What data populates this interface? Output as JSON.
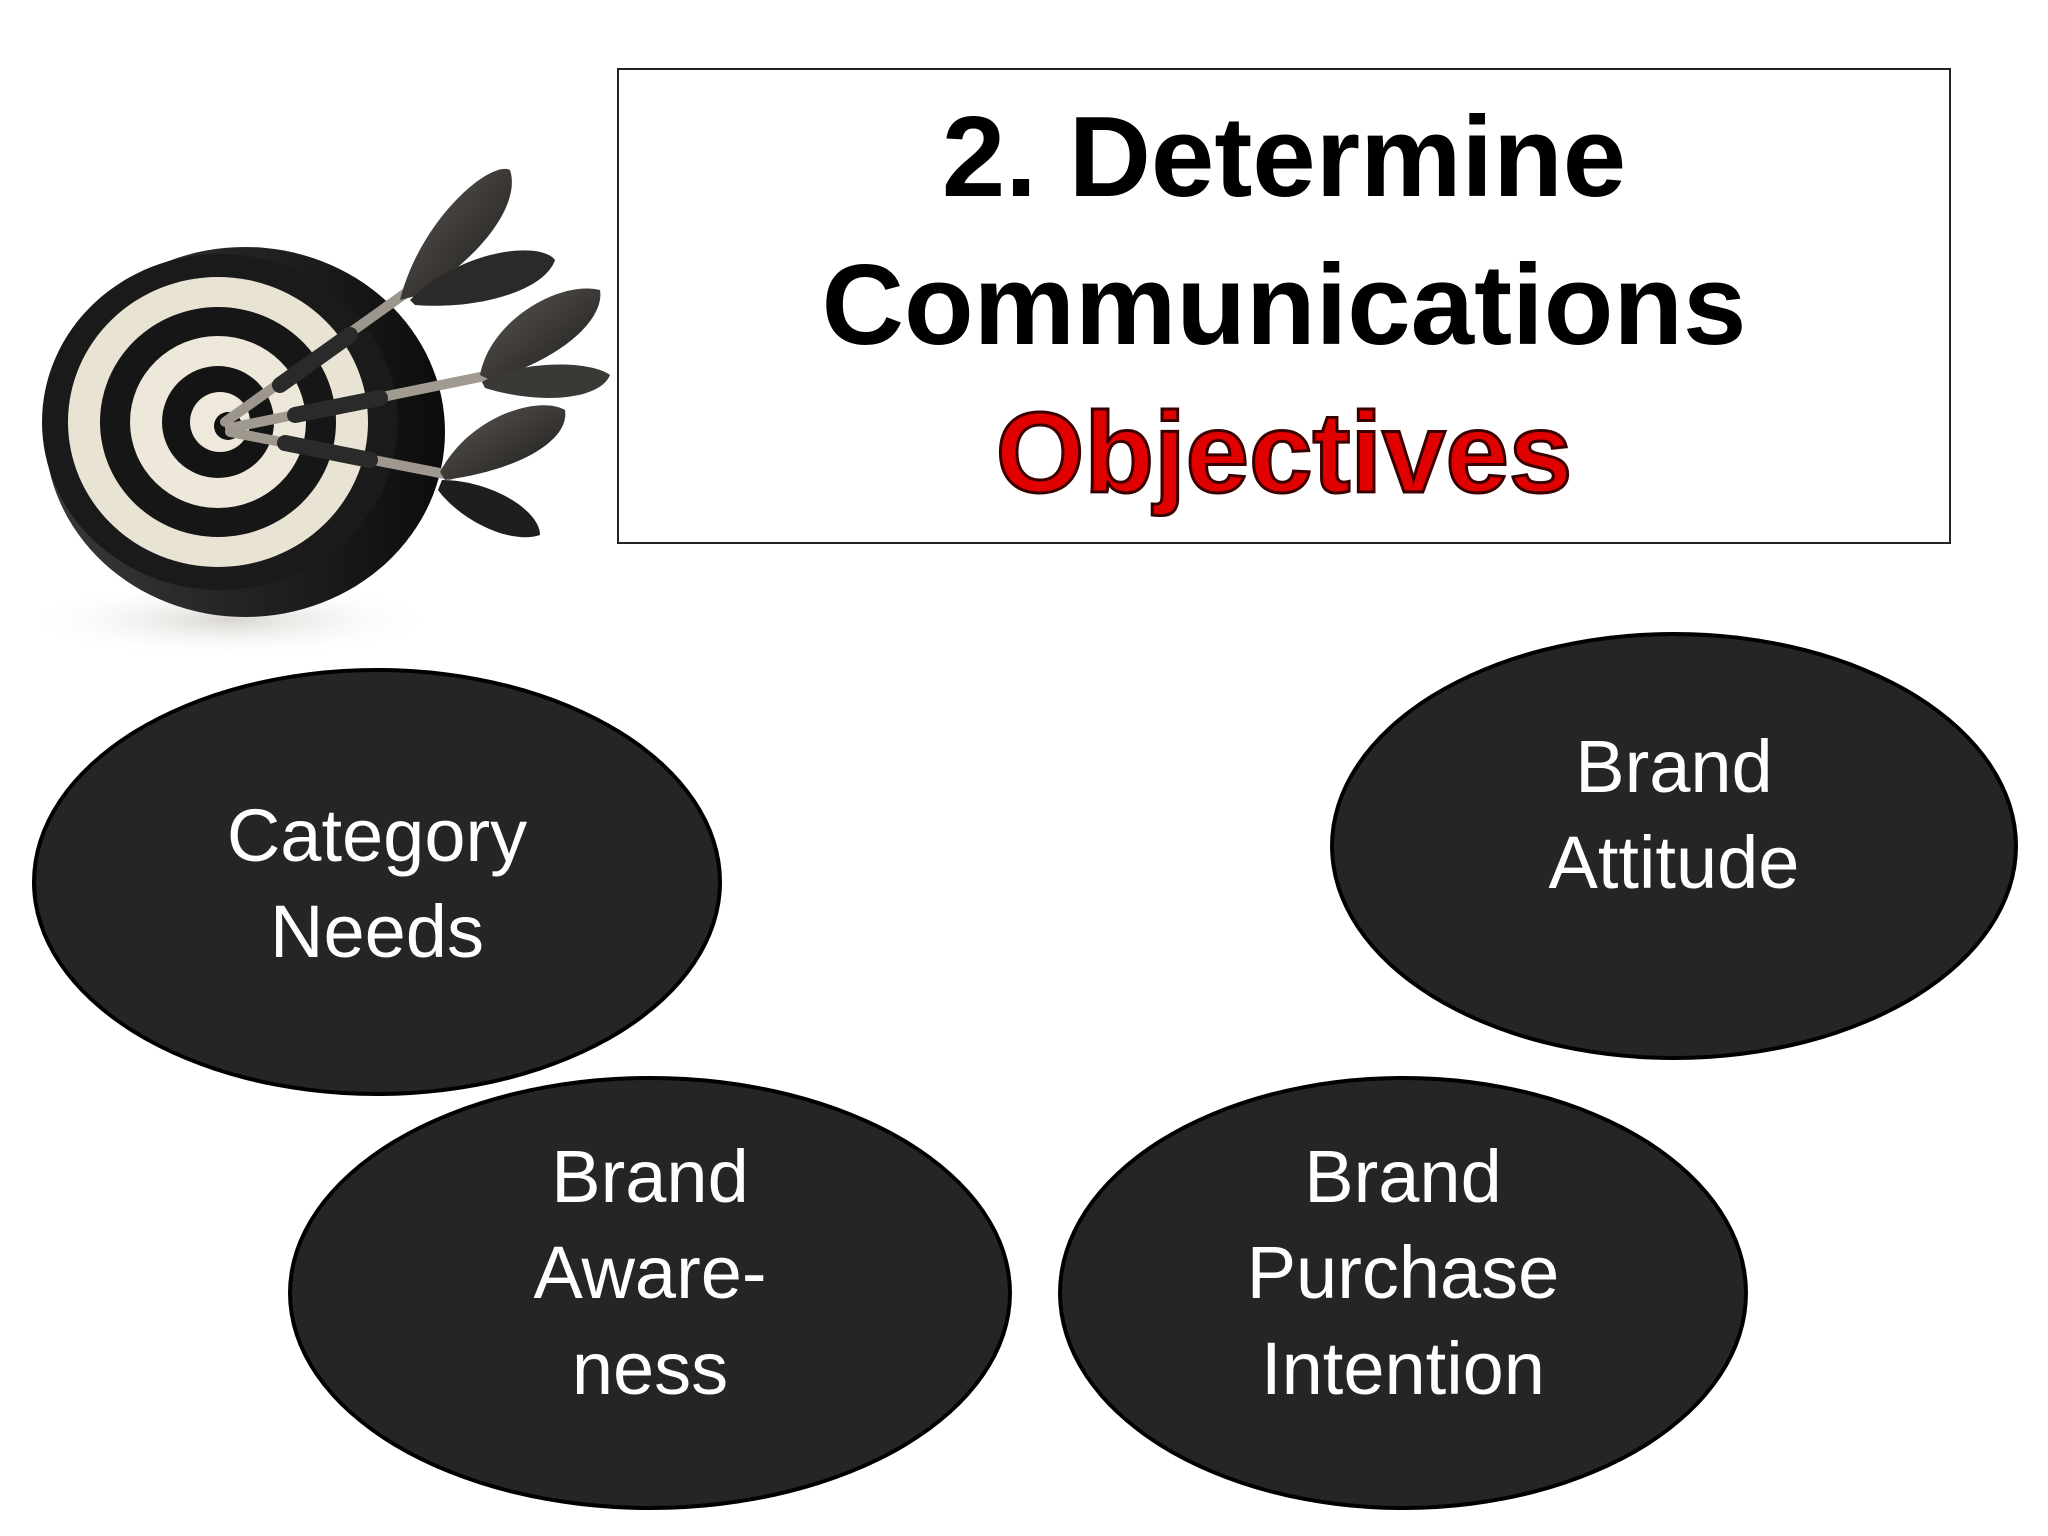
{
  "title": {
    "line1": "2. Determine",
    "line2": "Communications",
    "line3": "Objectives",
    "accent_color": "#e00000"
  },
  "illustration": {
    "icon": "dartboard-with-darts-icon"
  },
  "objectives": [
    {
      "label": "Category\nNeeds"
    },
    {
      "label": "Brand\nAttitude"
    },
    {
      "label": "Brand\nAware-\nness"
    },
    {
      "label": "Brand\nPurchase\nIntention"
    }
  ],
  "colors": {
    "oval_fill": "#262425",
    "oval_text": "#ffffff",
    "background": "#ffffff"
  }
}
